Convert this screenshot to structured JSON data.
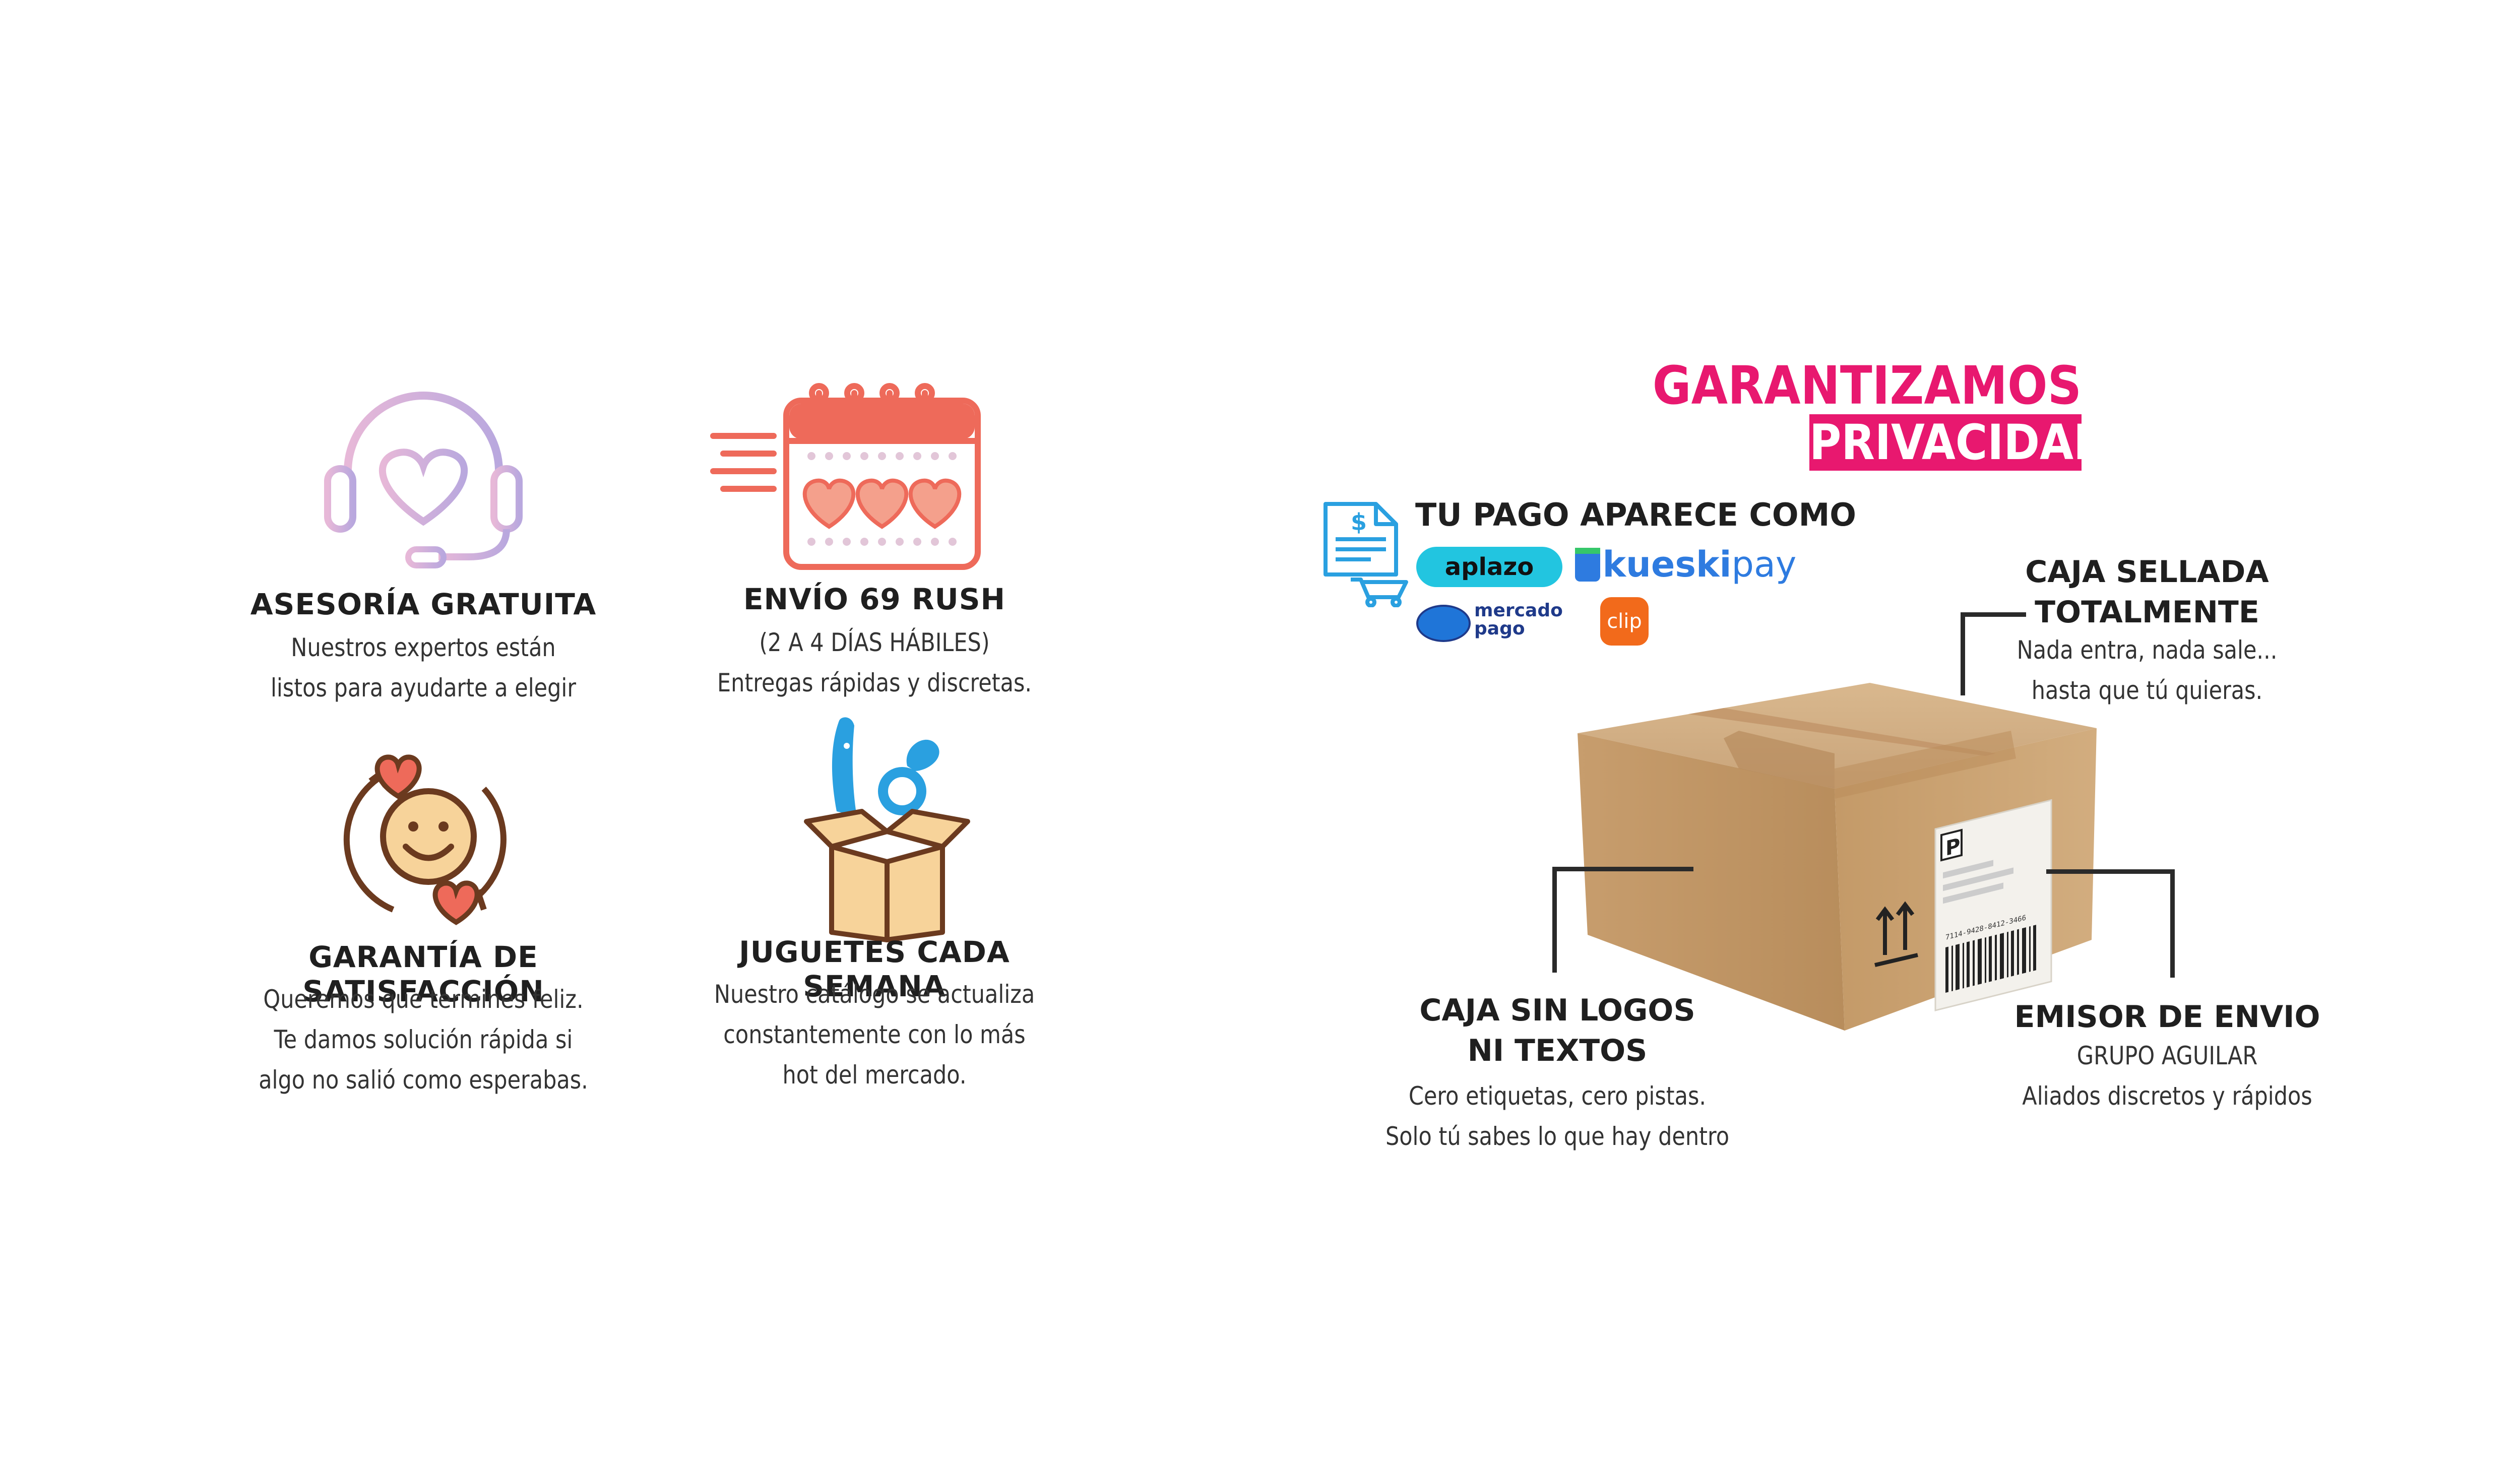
{
  "features": [
    {
      "title": "ASESORÍA GRATUITA",
      "lines": [
        "Nuestros expertos están",
        "listos para ayudarte a elegir"
      ],
      "icon": "heart-headset-icon"
    },
    {
      "title": "ENVÍO 69 RUSH",
      "lines": [
        "(2 A 4 DÍAS HÁBILES)",
        "Entregas rápidas y discretas."
      ],
      "icon": "calendar-hearts-icon"
    },
    {
      "title": "GARANTÍA DE SATISFACCIÓN",
      "lines": [
        "Queremos que termines feliz.",
        "Te damos solución rápida si",
        "algo no salió como esperabas."
      ],
      "icon": "smiley-hearts-cycle-icon"
    },
    {
      "title": "JUGUETES CADA SEMANA",
      "lines": [
        "Nuestro catálogo se actualiza",
        "constantemente con lo más",
        "hot del mercado."
      ],
      "icon": "toy-box-icon"
    }
  ],
  "privacy": {
    "heading_line1": "GARANTIZAMOS TU",
    "heading_line2": "PRIVACIDAD",
    "payment_title": "TU PAGO APARECE COMO",
    "logos": {
      "aplazo": "aplazo",
      "kueski": "kueski",
      "kueski_pay": "pay",
      "mercado_1": "mercado",
      "mercado_2": "pago",
      "clip": "clip"
    },
    "sealed_title": [
      "CAJA SELLADA",
      "TOTALMENTE"
    ],
    "sealed_desc": [
      "Nada entra, nada sale...",
      "hasta que tú quieras."
    ],
    "nologo_title": [
      "CAJA SIN LOGOS",
      "NI TEXTOS"
    ],
    "nologo_desc": [
      "Cero etiquetas, cero pistas.",
      "Solo tú sabes lo que hay dentro"
    ],
    "sender_title": "EMISOR DE ENVIO",
    "sender_desc": [
      "GRUPO AGUILAR",
      "Aliados discretos y rápidos"
    ],
    "box_label": {
      "letter": "P",
      "code": "7114-9428-8412-3466"
    }
  },
  "colors": {
    "accent": "#e8186f",
    "icon_coral": "#ee6a5a",
    "icon_blue": "#2aa0e0",
    "icon_brown": "#6b3a1f",
    "icon_lavender": "#c8a8dc",
    "box_tan": "#c9a47a"
  }
}
